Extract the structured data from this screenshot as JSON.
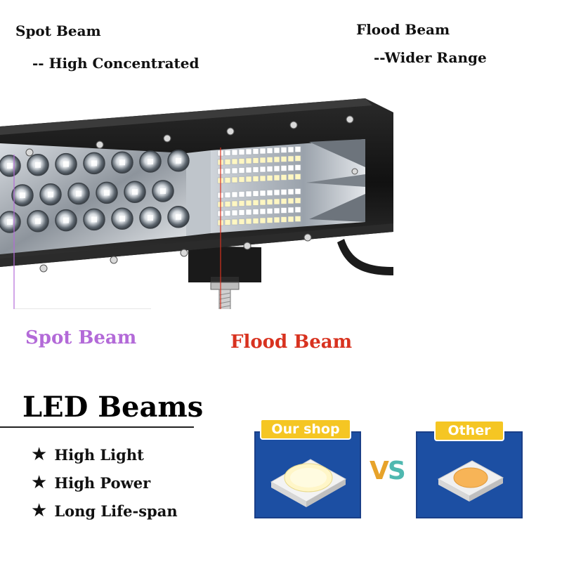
{
  "header": {
    "spot_title": "Spot Beam",
    "spot_sub": "-- High Concentrated",
    "flood_title": "Flood Beam",
    "flood_sub": "--Wider Range"
  },
  "callouts": {
    "spot": "Spot Beam",
    "flood": "Flood Beam",
    "spot_color": "#b36ad8",
    "flood_color": "#d8321f"
  },
  "features": {
    "title": "LED Beams",
    "items": [
      "High Light",
      "High Power",
      "Long Life-span"
    ],
    "bullet_icon": "star-icon"
  },
  "comparison": {
    "ours_label": "Our shop",
    "other_label": "Other",
    "vs_v": "V",
    "vs_s": "S",
    "panel_color": "#1c4fa3",
    "tag_color": "#f5c623",
    "ours_chip_color": "#fff6c8",
    "other_chip_color": "#f7b457"
  }
}
